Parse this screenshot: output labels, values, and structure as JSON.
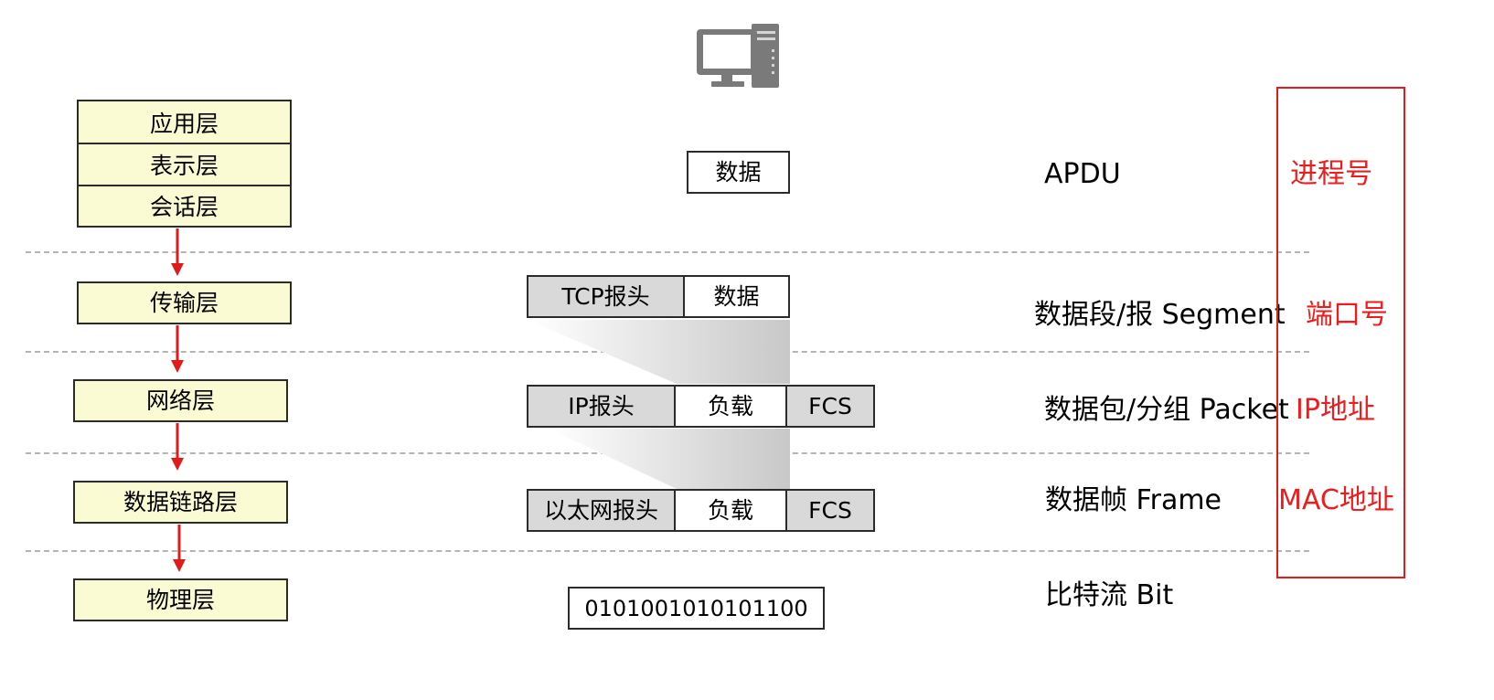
{
  "osi_layers": {
    "application": "应用层",
    "presentation": "表示层",
    "session": "会话层",
    "transport": "传输层",
    "network": "网络层",
    "data_link": "数据链路层",
    "physical": "物理层"
  },
  "encapsulation": {
    "app_data": "数据",
    "tcp_header": "TCP报头",
    "tcp_data": "数据",
    "ip_header": "IP报头",
    "ip_payload": "负载",
    "ip_fcs": "FCS",
    "eth_header": "以太网报头",
    "eth_payload": "负载",
    "eth_fcs": "FCS",
    "bits": "0101001010101100"
  },
  "pdu_names": {
    "application": "APDU",
    "transport": "数据段/报 Segment",
    "network": "数据包/分组 Packet",
    "data_link": "数据帧 Frame",
    "physical": "比特流 Bit"
  },
  "addressing": {
    "application": "进程号",
    "transport": "端口号",
    "network": "IP地址",
    "data_link": "MAC地址"
  },
  "colors": {
    "layer_fill": "#fbfbd3",
    "header_fill": "#d9d9d9",
    "arrow": "#e11b1b",
    "address_text": "#ee1c1c",
    "dashed_line": "#b4b4b4"
  },
  "icons": {
    "computer": "computer-icon"
  }
}
